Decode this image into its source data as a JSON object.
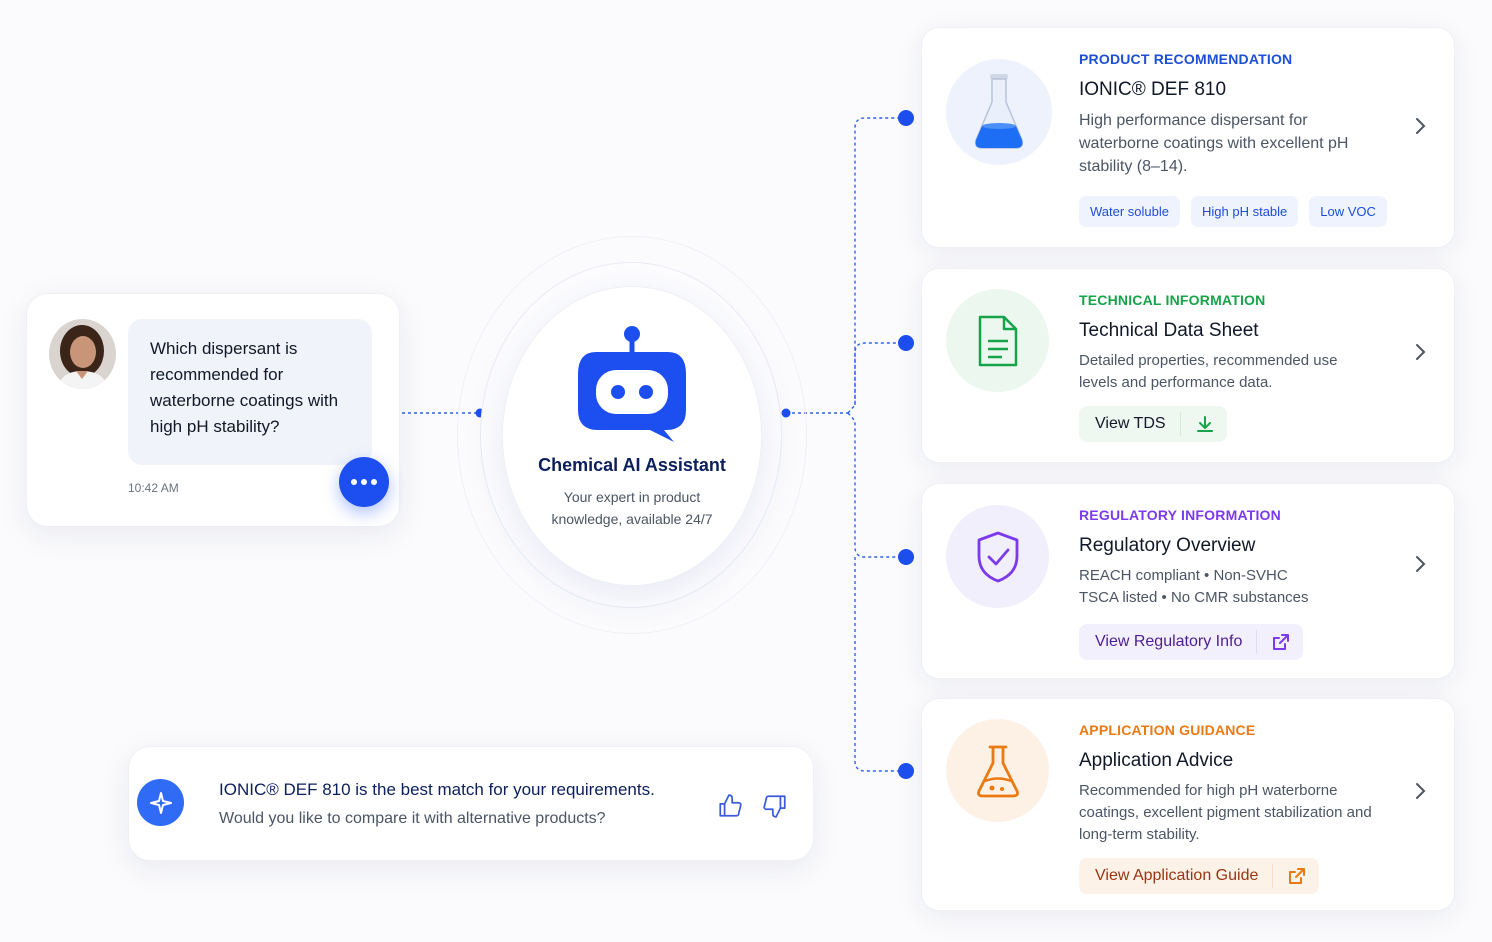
{
  "assistant": {
    "title": "Chemical AI Assistant",
    "subtitle": "Your expert in product knowledge, available 24/7"
  },
  "chat": {
    "question": "Which dispersant is recommended for waterborne coatings with high pH stability?",
    "time": "10:42 AM"
  },
  "answer": {
    "main": "IONIC® DEF 810 is the best match for your requirements.",
    "sub": "Would you like to compare it with alternative products?"
  },
  "cards": {
    "product": {
      "eyebrow": "PRODUCT RECOMMENDATION",
      "title": "IONIC® DEF 810",
      "desc": "High performance dispersant for waterborne coatings with excellent pH stability (8–14).",
      "tags": [
        "Water soluble",
        "High pH stable",
        "Low VOC"
      ]
    },
    "technical": {
      "eyebrow": "TECHNICAL INFORMATION",
      "title": "Technical Data Sheet",
      "desc": "Detailed properties, recommended use levels and performance data.",
      "action": "View TDS"
    },
    "regulatory": {
      "eyebrow": "REGULATORY INFORMATION",
      "title": "Regulatory Overview",
      "desc_line1": "REACH compliant • Non-SVHC",
      "desc_line2": "TSCA listed • No CMR substances",
      "action": "View Regulatory Info"
    },
    "application": {
      "eyebrow": "APPLICATION GUIDANCE",
      "title": "Application Advice",
      "desc": "Recommended for high pH waterborne coatings, excellent pigment stabilization and long-term stability.",
      "action": "View Application Guide"
    }
  },
  "colors": {
    "blue": "#1d4ff0",
    "green": "#16a34a",
    "purple": "#7c3aed",
    "orange": "#ea7a14",
    "navy": "#0b1f5c"
  },
  "icons": [
    "robot-icon",
    "flask-icon",
    "document-icon",
    "shield-check-icon",
    "beaker-icon",
    "sparkle-icon",
    "thumbs-up-icon",
    "thumbs-down-icon",
    "download-icon",
    "external-link-icon",
    "chevron-right-icon",
    "more-icon"
  ]
}
